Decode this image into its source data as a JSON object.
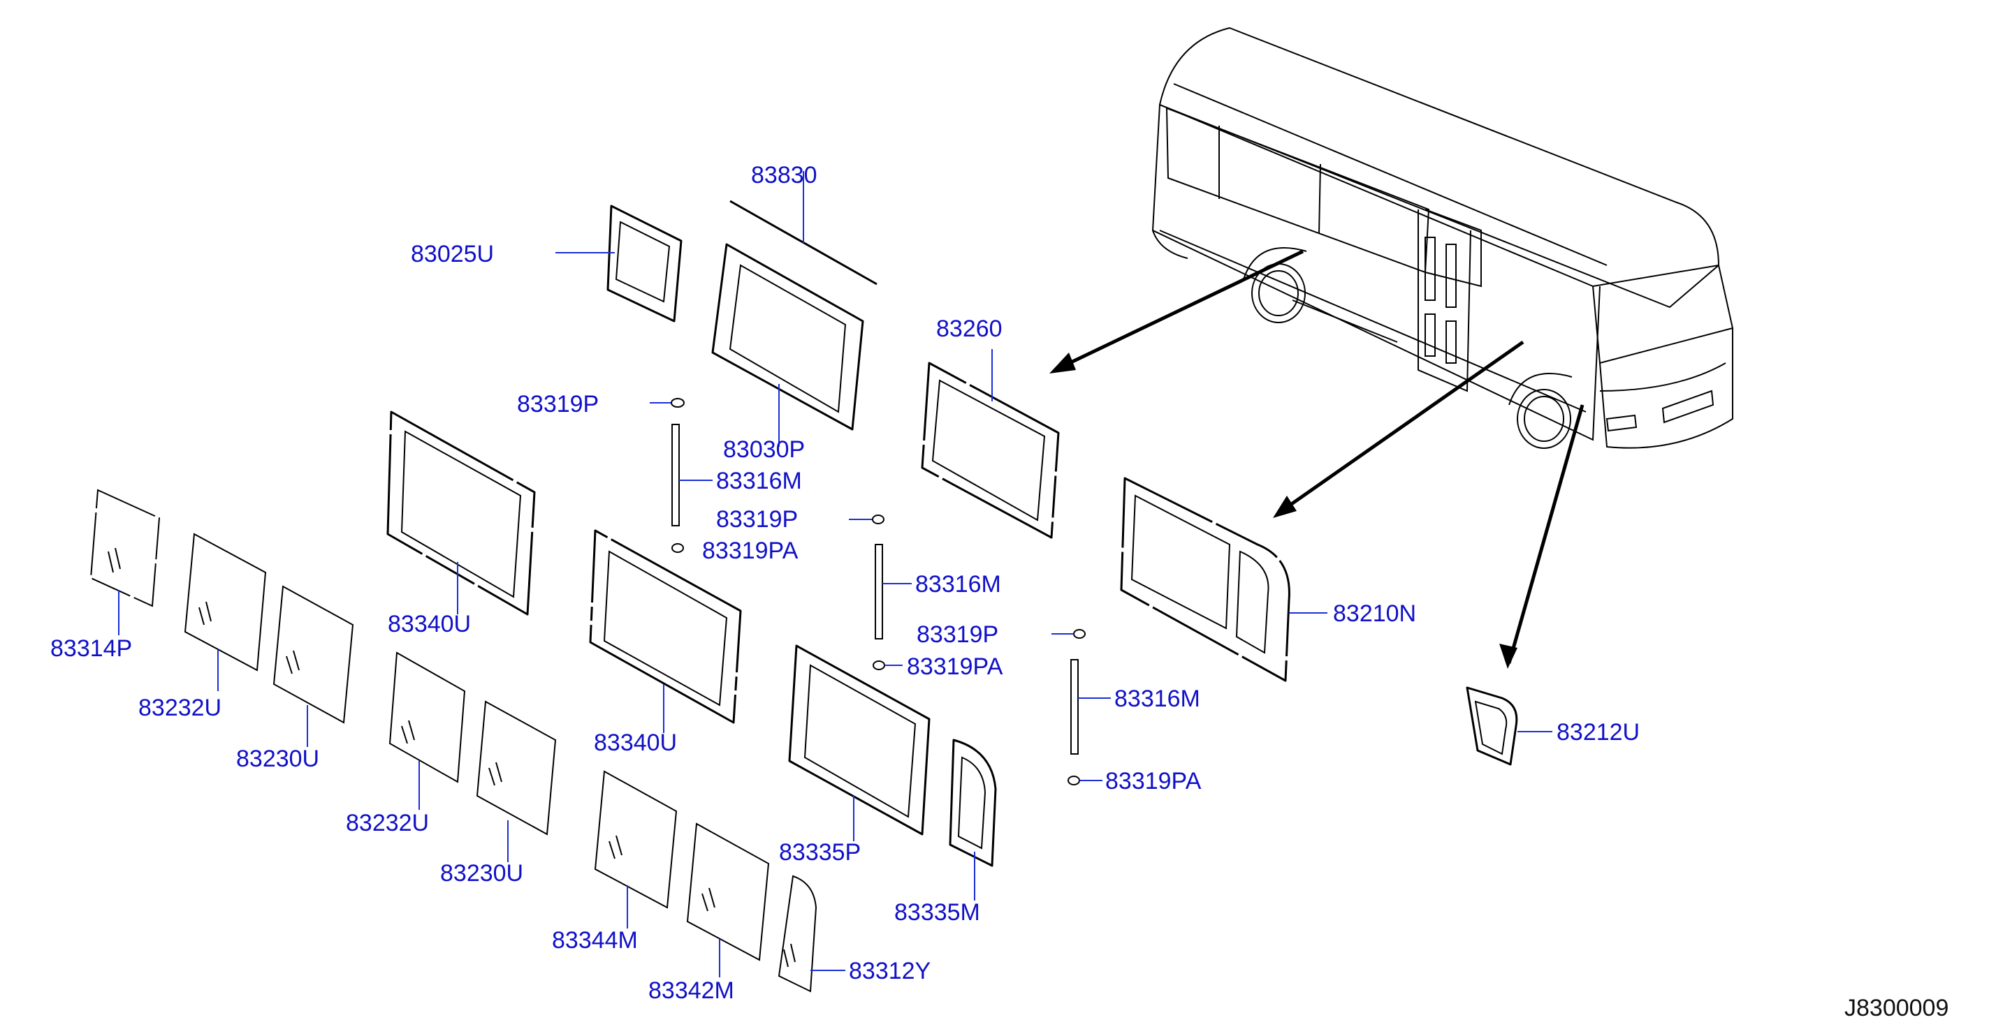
{
  "labels": {
    "p83830": "83830",
    "p83025U": "83025U",
    "p83260": "83260",
    "p83319P_a": "83319P",
    "p83030P": "83030P",
    "p83316M_a": "83316M",
    "p83319P_b": "83319P",
    "p83319PA_a": "83319PA",
    "p83316M_b": "83316M",
    "p83340U_a": "83340U",
    "p83314P": "83314P",
    "p83232U_a": "83232U",
    "p83230U_a": "83230U",
    "p83340U_b": "83340U",
    "p83319P_c": "83319P",
    "p83319PA_b": "83319PA",
    "p83210N": "83210N",
    "p83316M_c": "83316M",
    "p83232U_b": "83232U",
    "p83230U_b": "83230U",
    "p83212U": "83212U",
    "p83319PA_c": "83319PA",
    "p83335P": "83335P",
    "p83335M": "83335M",
    "p83344M": "83344M",
    "p83342M": "83342M",
    "p83312Y": "83312Y"
  },
  "reference": "J8300009",
  "colors": {
    "label": "#1010c8",
    "leader": "#1a2fd6",
    "line": "#000000"
  }
}
